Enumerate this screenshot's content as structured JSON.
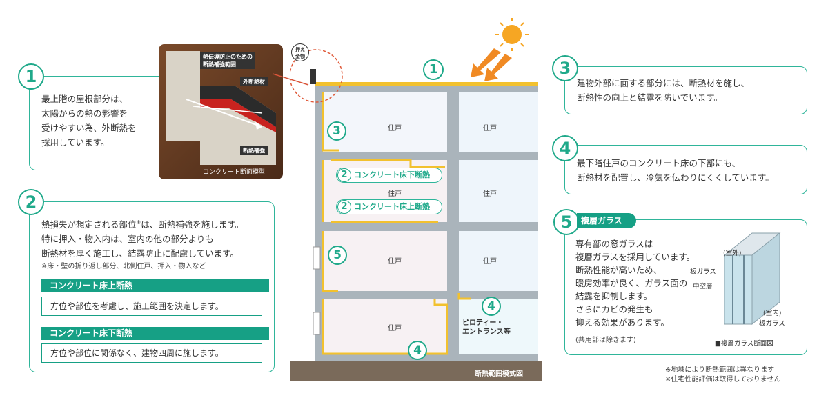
{
  "sections": {
    "s1": {
      "num": "1",
      "text": [
        "最上階の屋根部分は、",
        "太陽からの熱の影響を",
        "受けやすい為、外断熱を",
        "採用しています。"
      ]
    },
    "s2": {
      "num": "2",
      "text": [
        "熱損失が想定される部位",
        "は、断熱補強を施します。",
        "特に押入・物入内は、室内の他の部分よりも",
        "断熱材を厚く施工し、結露防止に配慮しています。"
      ],
      "mark": "※",
      "note": "※床・壁の折り返し部分、北側住戸、押入・物入など",
      "ue_title": "コンクリート床上断熱",
      "ue_text": "方位や部位を考慮し、施工範囲を決定します。",
      "shita_title": "コンクリート床下断熱",
      "shita_text": "方位や部位に関係なく、建物四周に施します。"
    },
    "s3": {
      "num": "3",
      "text": [
        "建物外部に面する部分には、断熱材を施し、",
        "断熱性の向上と結露を防いでいます。"
      ]
    },
    "s4": {
      "num": "4",
      "text": [
        "最下階住戸のコンクリート床の下部にも、",
        "断熱材を配置し、冷気を伝わりにくくしています。"
      ]
    },
    "s5": {
      "num": "5",
      "title": "複層ガラス",
      "text": [
        "専有部の窓ガラスは",
        "複層ガラスを採用しています。",
        "断熱性能が高いため、",
        "暖房効率が良く、ガラス面の",
        "結露を抑制します。",
        "さらにカビの発生も",
        "抑える効果があります。"
      ],
      "note": "(共用部は除きます)",
      "labels": {
        "outside": "(室外)",
        "glass1": "板ガラス",
        "hollow": "中空層",
        "inside": "(室内)",
        "glass2": "板ガラス"
      },
      "caption": "■複層ガラス断面図"
    }
  },
  "photo": {
    "label1": "熱伝導防止のための",
    "label2": "断熱補強範囲",
    "label3": "外断熱材",
    "label4": "断熱補強",
    "caption": "コンクリート断面模型"
  },
  "diagram": {
    "fixture": [
      "押え",
      "金物"
    ],
    "unit": "住戸",
    "pill_shita": "コンクリート床下断熱",
    "pill_ue": "コンクリート床上断熱",
    "piloti": [
      "ピロティー・",
      "エントランス等"
    ],
    "caption": "断熱範囲模式図",
    "n1": "1",
    "n2": "2",
    "n3": "3",
    "n4": "4",
    "n5": "5"
  },
  "footnotes": [
    "※地域により断熱範囲は異なります",
    "※住宅性能評価は取得しておりません"
  ],
  "colors": {
    "accent": "#1fa98a",
    "bar": "#16a085",
    "insulation": "#f2c12e",
    "concrete": "#aab4bb",
    "ground": "#7a6a5a",
    "sun": "#f6a623"
  }
}
